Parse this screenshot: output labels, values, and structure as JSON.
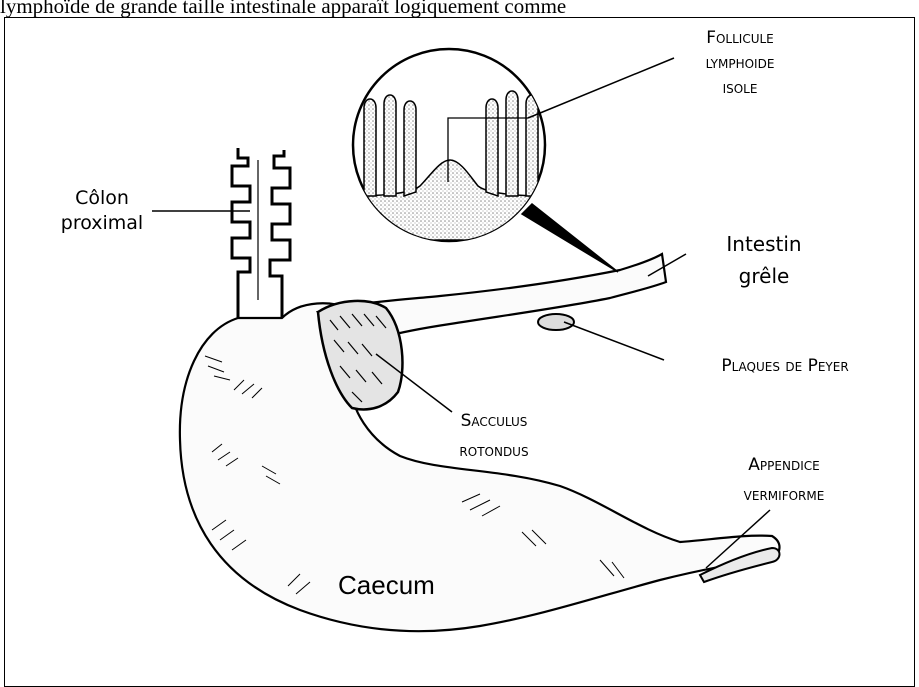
{
  "figure": {
    "top_caption": "lymphoïde de grande taille intestinale apparaît logiquement comme"
  },
  "labels": {
    "follicule_line1": "Follicule",
    "follicule_line2": "lymphoide",
    "follicule_line3": "isole",
    "colon_line1": "Côlon",
    "colon_line2": "proximal",
    "intestin_line1": "Intestin",
    "intestin_line2": "grêle",
    "plaques": "Plaques de Peyer",
    "sacculus_line1": "Sacculus",
    "sacculus_line2": "rotondus",
    "appendice_line1": "Appendice",
    "appendice_line2": "vermiforme",
    "caecum": "Caecum"
  },
  "colors": {
    "ink": "#000000",
    "organ_fill": "#f7f7f7",
    "stipple": "#9a9a9a"
  }
}
